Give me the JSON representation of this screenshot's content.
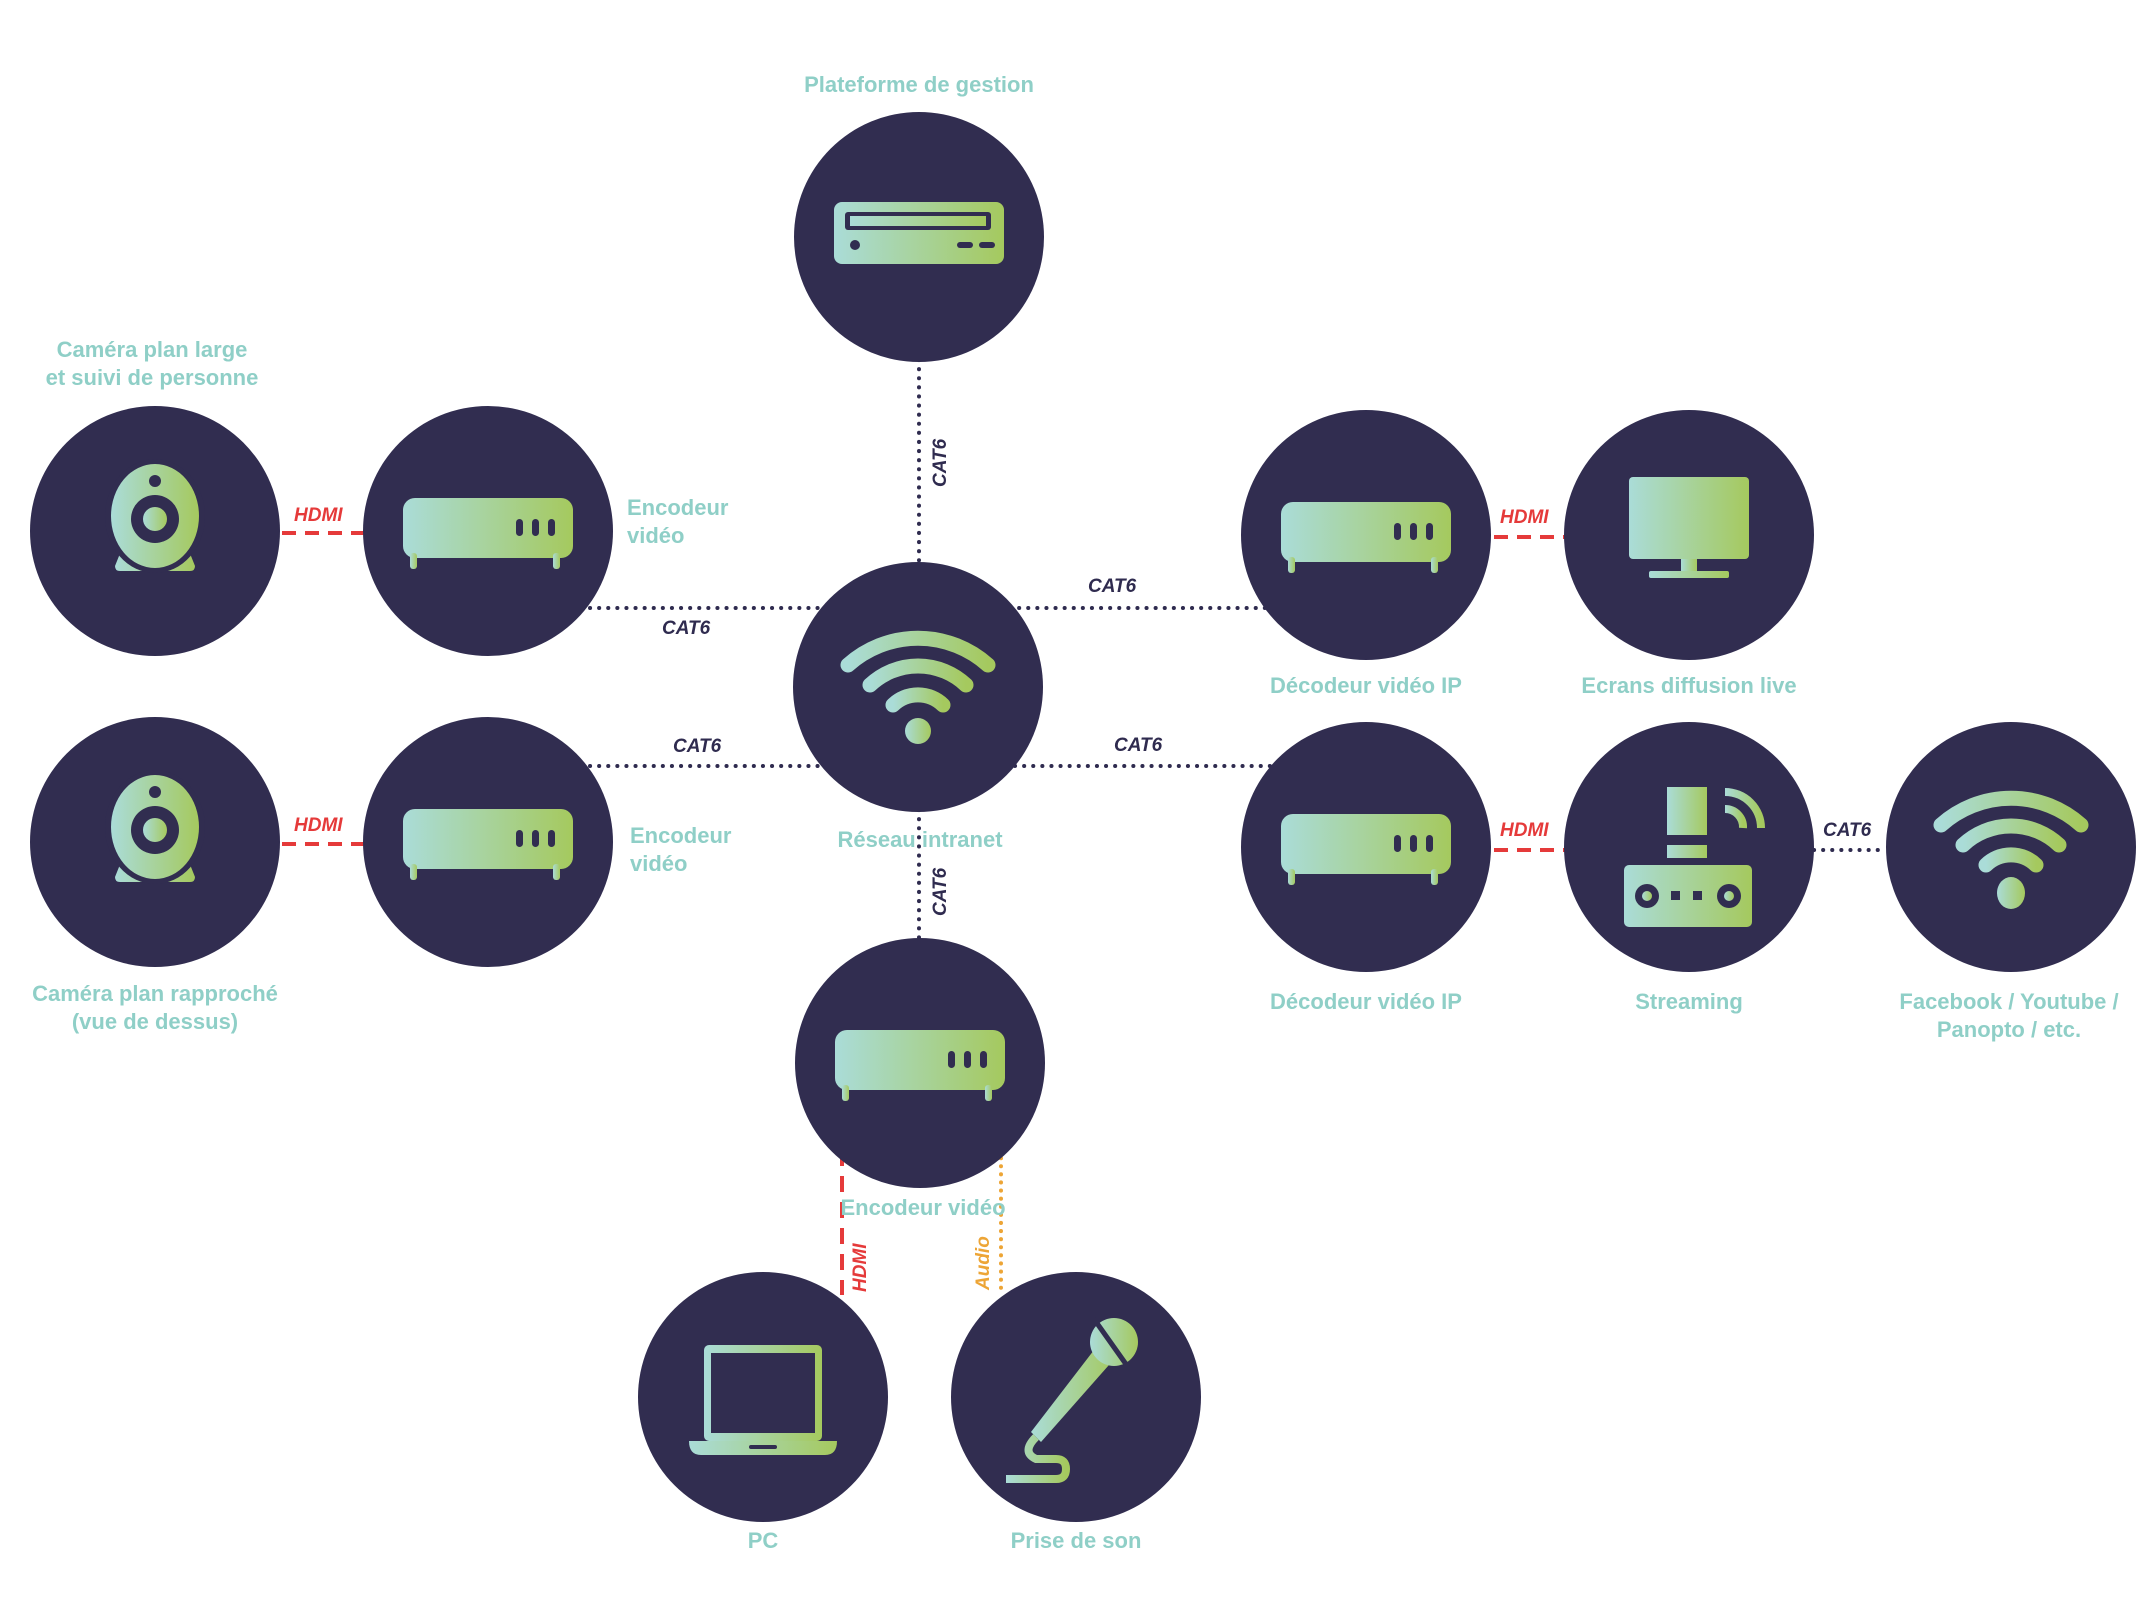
{
  "colors": {
    "node_fill": "#312d50",
    "label": "#8fcfc7",
    "icon_gradient_start": "#aadcd8",
    "icon_gradient_end": "#a5c95e",
    "cat6": "#2f2b4f",
    "hdmi": "#e53a3a",
    "audio": "#eda536"
  },
  "nodes": {
    "platform": {
      "label": "Plateforme de gestion",
      "icon": "server-rack-icon"
    },
    "network": {
      "label": "Réseau intranet",
      "icon": "wifi-icon"
    },
    "camera_wide": {
      "label_line1": "Caméra plan large",
      "label_line2": "et suivi de personne",
      "icon": "webcam-icon"
    },
    "encoder_1": {
      "label_line1": "Encodeur",
      "label_line2": "vidéo",
      "icon": "encoder-box-icon"
    },
    "camera_close": {
      "label_line1": "Caméra plan rapproché",
      "label_line2": "(vue de dessus)",
      "icon": "webcam-icon"
    },
    "encoder_2": {
      "label_line1": "Encodeur",
      "label_line2": "vidéo",
      "icon": "encoder-box-icon"
    },
    "decoder_1": {
      "label": "Décodeur vidéo IP",
      "icon": "decoder-box-icon"
    },
    "screens": {
      "label": "Ecrans diffusion live",
      "icon": "monitor-icon"
    },
    "decoder_2": {
      "label": "Décodeur vidéo IP",
      "icon": "decoder-box-icon"
    },
    "streaming": {
      "label": "Streaming",
      "icon": "streaming-device-icon"
    },
    "platforms": {
      "label_line1": "Facebook / Youtube /",
      "label_line2": "Panopto / etc.",
      "icon": "wifi-icon"
    },
    "encoder_3": {
      "label": "Encodeur vidéo",
      "icon": "encoder-box-icon"
    },
    "pc": {
      "label": "PC",
      "icon": "laptop-icon"
    },
    "mic": {
      "label": "Prise de son",
      "icon": "microphone-icon"
    }
  },
  "connections": {
    "platform_network": "CAT6",
    "encoder1_network": "CAT6",
    "encoder2_network": "CAT6",
    "network_decoder1": "CAT6",
    "network_decoder2": "CAT6",
    "network_encoder3": "CAT6",
    "camera_wide_encoder1": "HDMI",
    "camera_close_encoder2": "HDMI",
    "decoder1_screens": "HDMI",
    "decoder2_streaming": "HDMI",
    "streaming_platforms": "CAT6",
    "pc_encoder3": "HDMI",
    "mic_encoder3": "Audio"
  }
}
